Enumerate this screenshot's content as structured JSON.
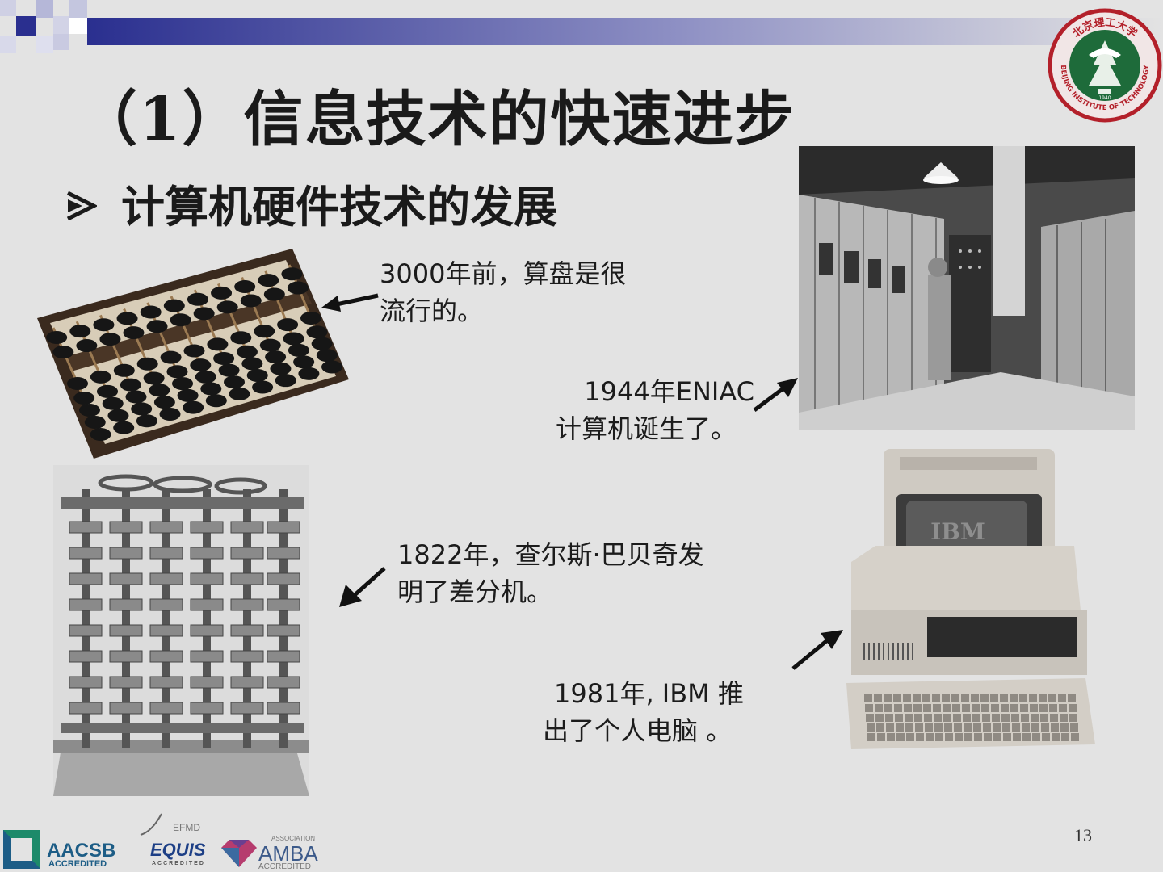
{
  "slide": {
    "title": "（1）信息技术的快速进步",
    "bullet": "计算机硬件技术的发展",
    "page_number": "13"
  },
  "items": {
    "abacus": {
      "line1": "3000年前，算盘是很",
      "line2": "流行的。"
    },
    "eniac": {
      "line1": "1944年ENIAC",
      "line2": "计算机诞生了。"
    },
    "difference_engine": {
      "line1": "1822年，查尔斯·巴贝奇发",
      "line2": "明了差分机。"
    },
    "ibm_pc": {
      "line1": "1981年, IBM 推",
      "line2": "出了个人电脑 。",
      "monitor_brand": "IBM"
    }
  },
  "logos": {
    "university": {
      "top": "北京理工大学",
      "bottom": "BEIJING INSTITUTE OF TECHNOLOGY",
      "year": "1940"
    },
    "aacsb": {
      "name": "AACSB",
      "sub": "ACCREDITED"
    },
    "equis": {
      "top": "EFMD",
      "name": "EQUIS",
      "sub": "ACCREDITED"
    },
    "amba": {
      "top": "ASSOCIATION",
      "name": "AMBA",
      "sub": "ACCREDITED"
    }
  },
  "colors": {
    "background": "#e3e3e3",
    "accent_blue": "#2a2f8f",
    "seal_red": "#b3202a",
    "seal_green": "#1e6b3a"
  }
}
